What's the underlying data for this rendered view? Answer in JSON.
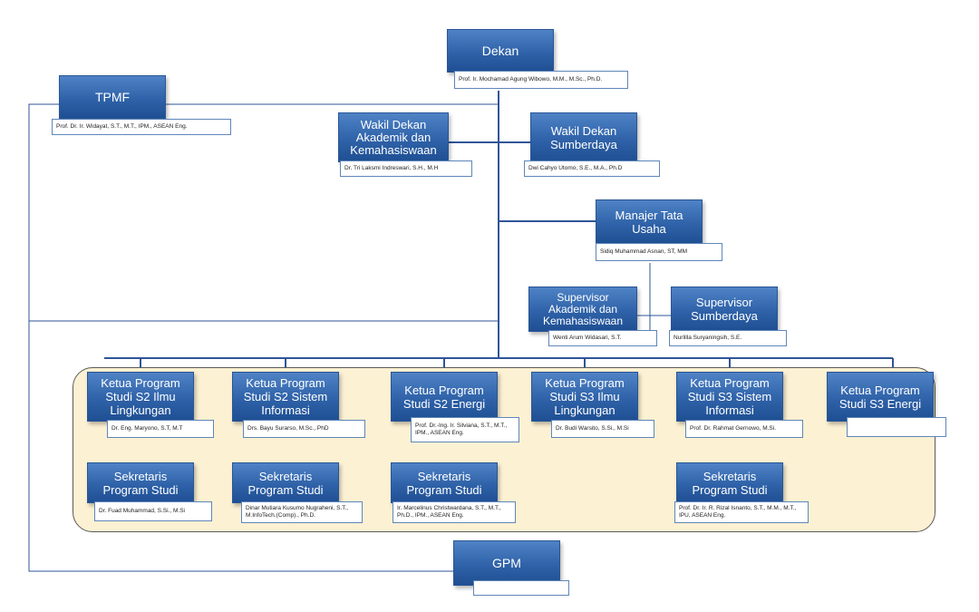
{
  "chart": {
    "dekan": {
      "title": "Dekan",
      "name": "Prof. Ir. Mochamad Agung Wibowo, M.M., M.Sc., Ph.D."
    },
    "tpmf": {
      "title": "TPMF",
      "name": "Prof. Dr. Ir. Widayat, S.T., M.T., IPM., ASEAN Eng."
    },
    "wd_akademik": {
      "title": "Wakil Dekan Akademik dan Kemahasiswaan",
      "name": "Dr. Tri Laksmi Indreswari, S.H., M.H"
    },
    "wd_sumberdaya": {
      "title": "Wakil Dekan Sumberdaya",
      "name": "Dwi Cahyo Utomo, S.E., M.A., Ph.D"
    },
    "manajer": {
      "title": "Manajer Tata Usaha",
      "name": "Sidiq Muhammad Asnan, ST, MM"
    },
    "sup_akademik": {
      "title": "Supervisor Akademik dan Kemahasiswaan",
      "name": "Wenti Arum Widasari, S.T."
    },
    "sup_sumberdaya": {
      "title": "Supervisor Sumberdaya",
      "name": "Nurlilla Suryaningsih, S.E."
    },
    "kaprodi_s2_ilmu": {
      "title": "Ketua Program Studi S2 Ilmu Lingkungan",
      "name": "Dr. Eng. Maryono, S.T, M.T"
    },
    "kaprodi_s2_si": {
      "title": "Ketua Program Studi S2 Sistem Informasi",
      "name": "Drs. Bayu Surarso, M.Sc., PhD"
    },
    "kaprodi_s2_energi": {
      "title": "Ketua Program Studi S2 Energi",
      "name": "Prof. Dr.-Ing. Ir. Silviana, S.T., M.T., IPM., ASEAN Eng."
    },
    "kaprodi_s3_ilmu": {
      "title": "Ketua Program Studi S3 Ilmu Lingkungan",
      "name": "Dr. Budi Warsito, S.Si., M.Si"
    },
    "kaprodi_s3_si": {
      "title": "Ketua Program Studi S3 Sistem Informasi",
      "name": "Prof. Dr. Rahmat Gernowo, M.Si."
    },
    "kaprodi_s3_energi": {
      "title": "Ketua Program Studi S3 Energi",
      "name": ""
    },
    "sek_s2_ilmu": {
      "title": "Sekretaris Program Studi",
      "name": "Dr. Fuad Muhammad, S.Si., M.Si"
    },
    "sek_s2_si": {
      "title": "Sekretaris Program Studi",
      "name": "Dinar Mutiara Kusumo Nugraheni, S.T., M.InfoTech.(Comp)., Ph.D."
    },
    "sek_s2_energi": {
      "title": "Sekretaris Program Studi",
      "name": "Ir. Marcelinus Christwardana, S.T., M.T., Ph.D., IPM., ASEAN Eng."
    },
    "sek_s3_si": {
      "title": "Sekretaris Program Studi",
      "name": "Prof. Dr. Ir. R. Rizal Isnanto, S.T., M.M., M.T., IPU, ASEAN Eng."
    },
    "gpm": {
      "title": "GPM",
      "name": ""
    }
  },
  "colors": {
    "box": "#2f62a8",
    "connector": "#2f5597",
    "panel": "#fdf1d3"
  }
}
